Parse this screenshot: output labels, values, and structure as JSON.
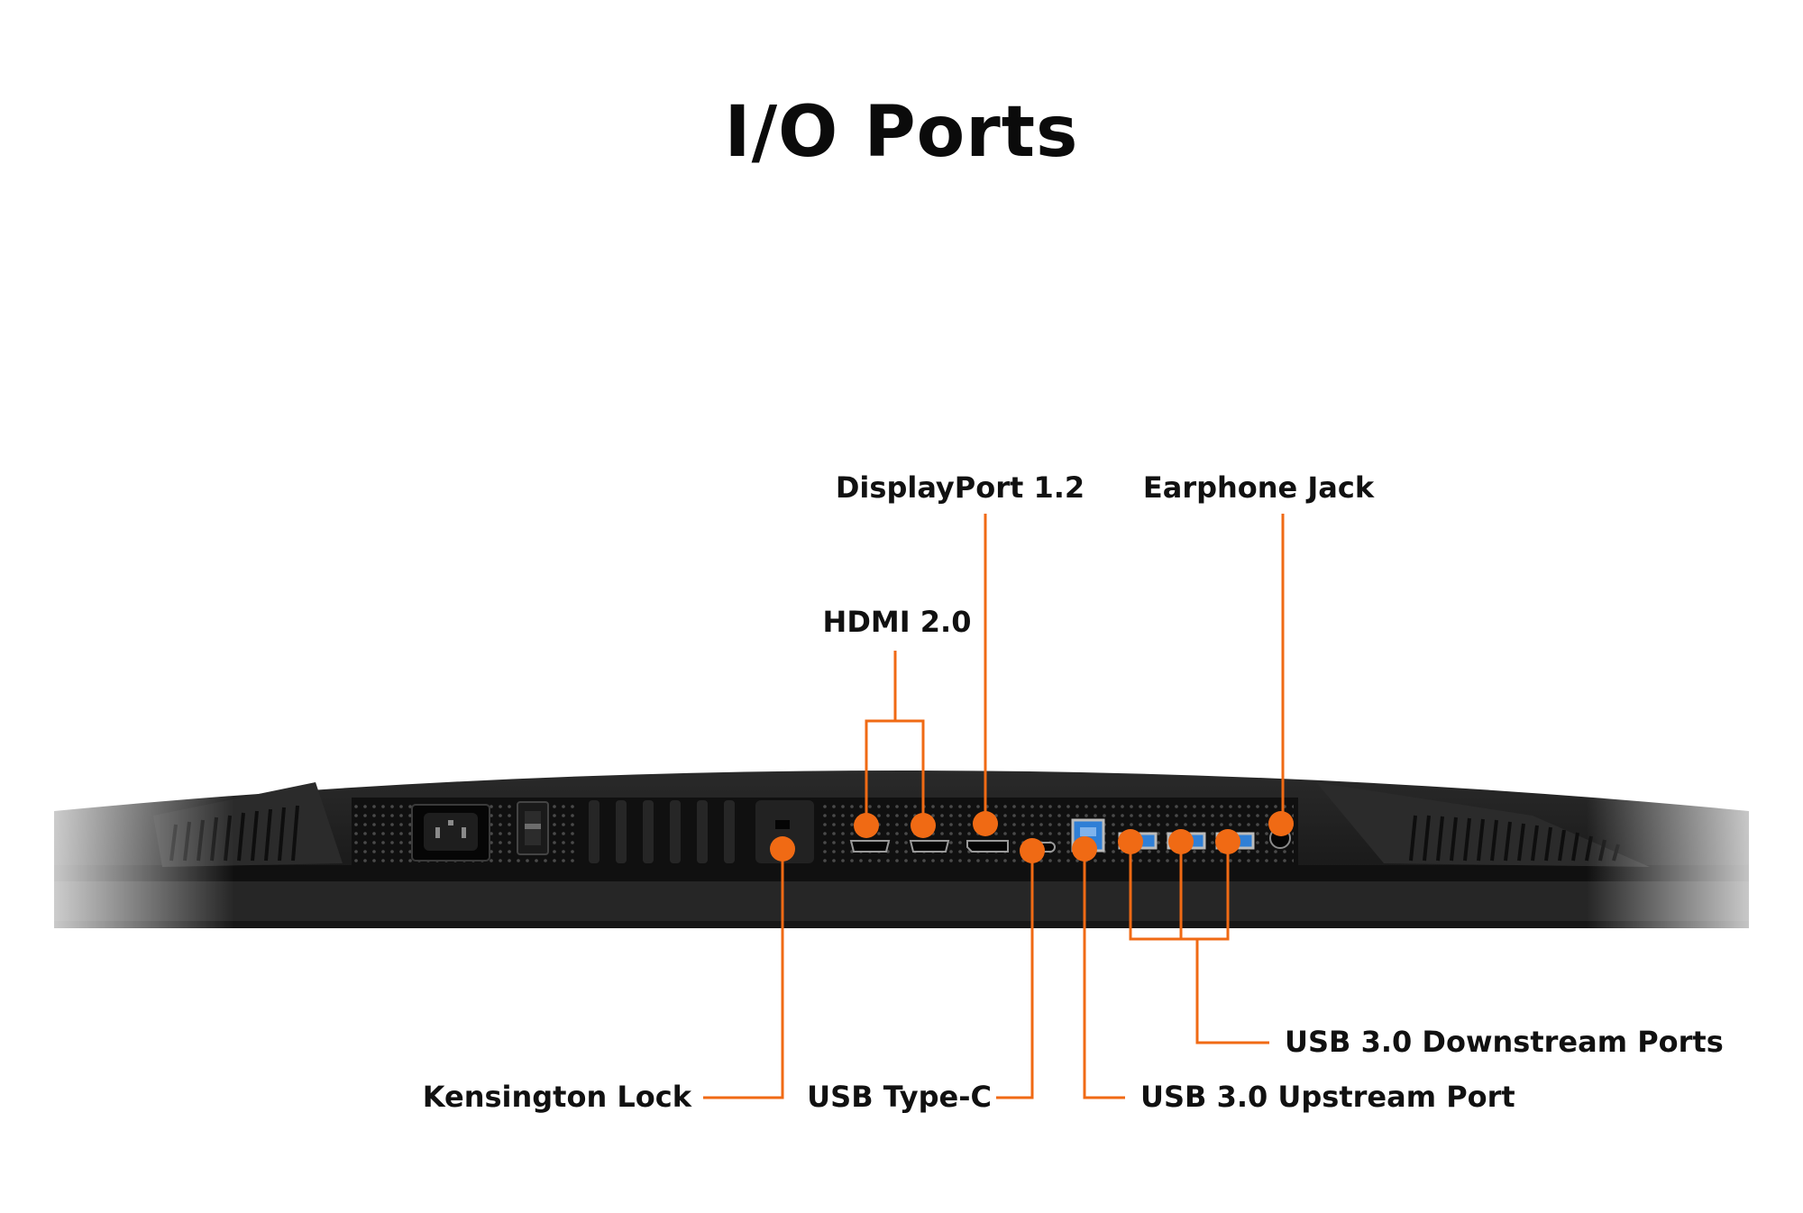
{
  "title": "I/O Ports",
  "colors": {
    "callout": "#f06a14",
    "monitor_body": "#1c1c1c",
    "panel": "#0e0e0e",
    "usb3_accent": "#2f7fd6"
  },
  "labels": {
    "displayport": "DisplayPort 1.2",
    "earphone": "Earphone Jack",
    "hdmi": "HDMI 2.0",
    "kensington": "Kensington Lock",
    "usb_type_c": "USB Type-C",
    "usb_upstream": "USB 3.0 Upstream Port",
    "usb_downstream": "USB 3.0 Downstream Ports"
  },
  "icons": [
    "power-socket-icon",
    "power-switch-icon",
    "kensington-slot-icon",
    "hdmi-port-icon",
    "displayport-icon",
    "usb-c-port-icon",
    "usb-b-port-icon",
    "usb-a-port-icon",
    "audio-jack-icon"
  ]
}
